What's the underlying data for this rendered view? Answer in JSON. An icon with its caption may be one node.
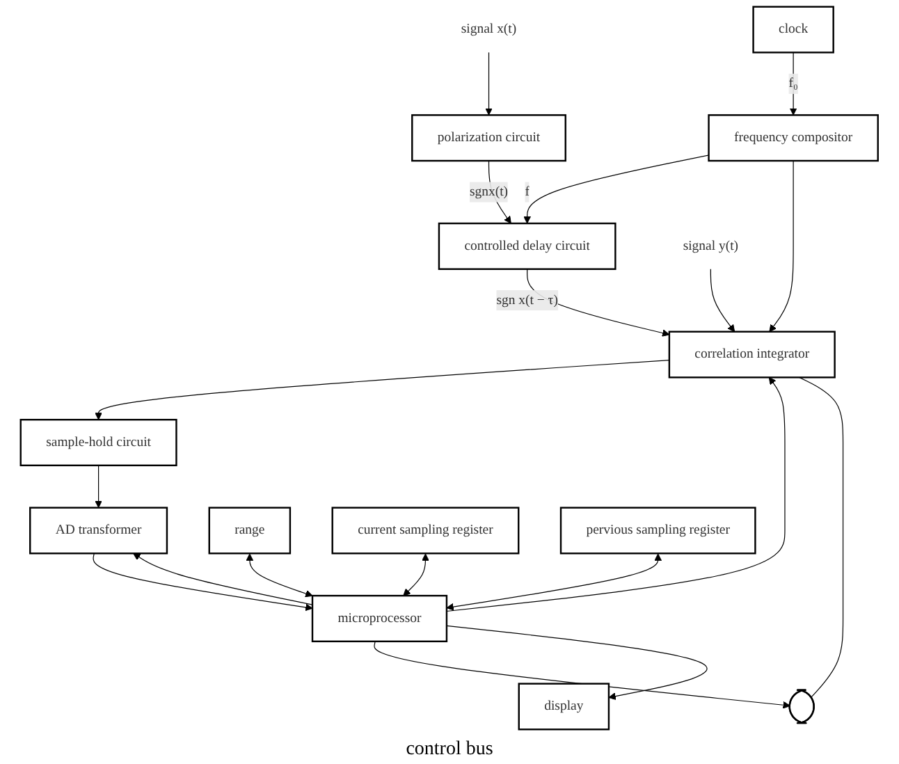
{
  "diagram": {
    "nodes": [
      {
        "text": [
          "signal x(t)"
        ]
      },
      {
        "text": [
          "polarization circuit"
        ]
      },
      {
        "text": [
          "controlled delay circuit"
        ]
      },
      {
        "text": [
          "signal y(t)"
        ]
      },
      {
        "text": [
          "frequency compositor"
        ]
      },
      {
        "text": [
          "correlation integrator"
        ]
      },
      {
        "text": [
          "clock"
        ]
      },
      {
        "text": [
          "sample-hold circuit"
        ]
      },
      {
        "text": [
          "AD transformer"
        ]
      },
      {
        "text": [
          "range"
        ]
      },
      {
        "text": [
          "display"
        ]
      },
      {
        "text": [
          "current sampling register"
        ]
      },
      {
        "text": [
          "pervious sampling register"
        ]
      },
      {
        "text": [
          "microprocessor"
        ]
      },
      {
        "text": [],
        "shape": "switch"
      }
    ],
    "edges": [
      {
        "from": 0,
        "to": 1,
        "arrow": "to"
      },
      {
        "from": 1,
        "to": 2,
        "arrow": "to",
        "label": "sgnx(t)"
      },
      {
        "from": 2,
        "to": 5,
        "arrow": "to",
        "label": "sgn x(t − τ)"
      },
      {
        "from": 3,
        "to": 5,
        "arrow": "to"
      },
      {
        "from": 4,
        "to": 2,
        "arrow": "to",
        "label": "f"
      },
      {
        "from": 6,
        "to": 4,
        "arrow": "to",
        "label": "f₀"
      },
      {
        "from": 4,
        "to": 5,
        "arrow": "to"
      },
      {
        "from": 13,
        "to": 5,
        "arrow": "to"
      },
      {
        "from": 13,
        "to": 14,
        "arrow": "to"
      },
      {
        "from": 14,
        "to": 5,
        "arrow": "none"
      },
      {
        "from": 5,
        "to": 7,
        "arrow": "to"
      },
      {
        "from": 7,
        "to": 8,
        "arrow": "to"
      },
      {
        "from": 13,
        "to": 8,
        "arrow": "to"
      },
      {
        "from": 8,
        "to": 13,
        "arrow": "to"
      },
      {
        "from": 9,
        "to": 13,
        "arrow": "both"
      },
      {
        "from": 13,
        "to": 10,
        "arrow": "to"
      },
      {
        "from": 11,
        "to": 13,
        "arrow": "both"
      },
      {
        "from": 12,
        "to": 13,
        "arrow": "both"
      }
    ],
    "labels": [
      "control bus"
    ]
  }
}
